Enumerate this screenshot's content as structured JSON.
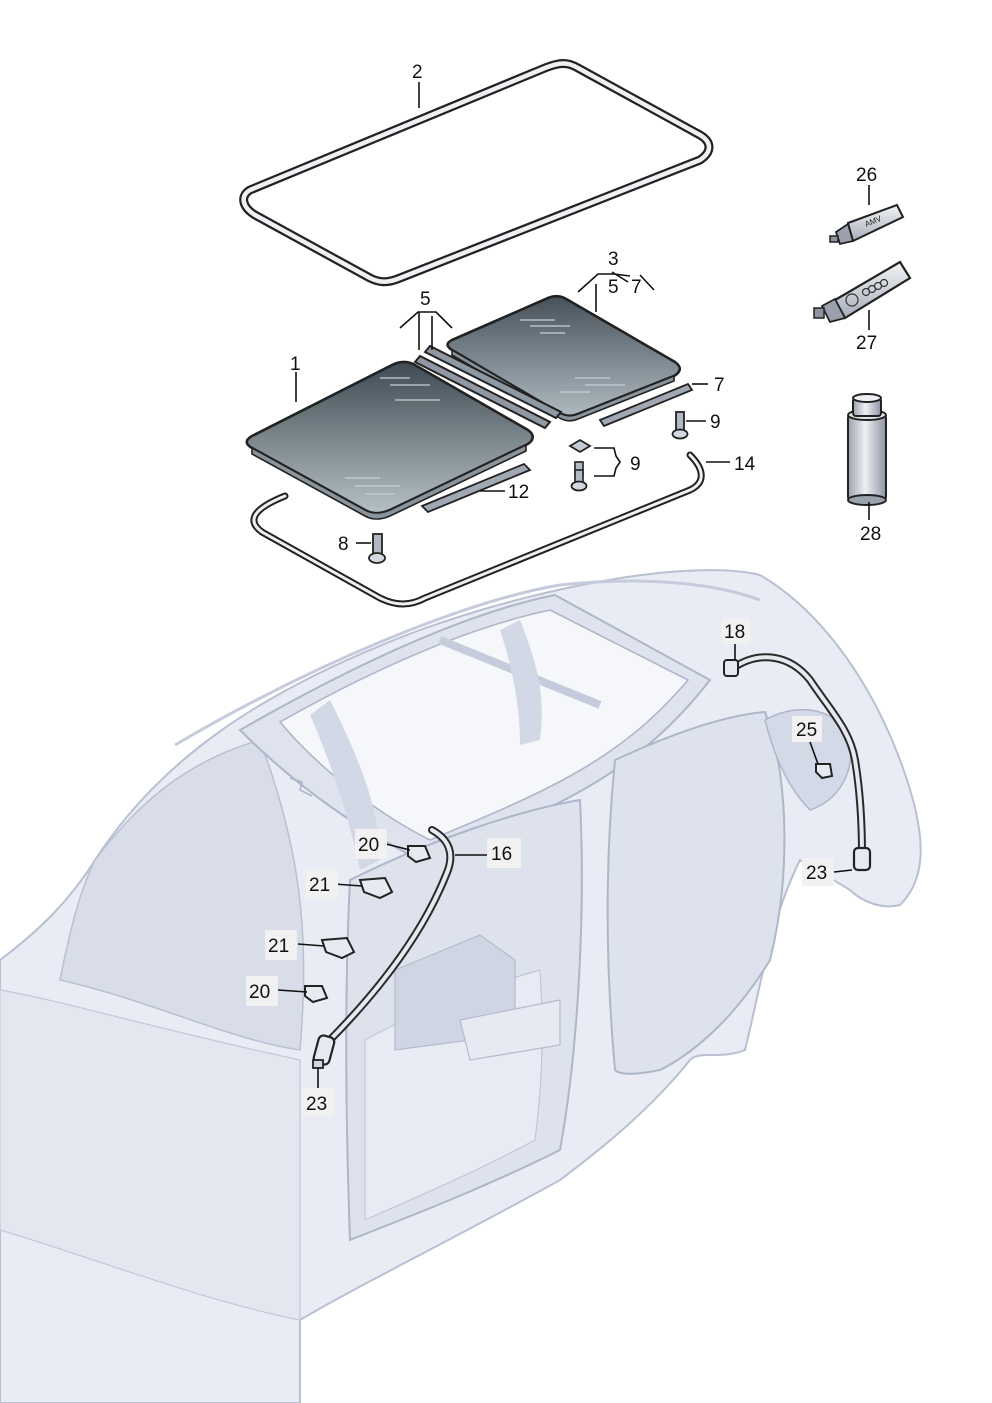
{
  "colors": {
    "car_body": "#e9ecf4",
    "car_shade": "#d6dbe8",
    "car_outline": "#b9c0d2",
    "glass_dark": "#3f4a52",
    "glass_light": "#b5c0c6",
    "part_fill": "#9fa8b6",
    "label_box": "#f1f1f1"
  },
  "callouts": {
    "c1": "1",
    "c2": "2",
    "c3": "3",
    "c3a": "5",
    "c3b": "7",
    "c5": "5",
    "c7": "7",
    "c8": "8",
    "c9a": "9",
    "c9b": "9",
    "c12": "12",
    "c14": "14",
    "c16": "16",
    "c18": "18",
    "c20a": "20",
    "c20b": "20",
    "c21a": "21",
    "c21b": "21",
    "c23a": "23",
    "c23b": "23",
    "c25": "25",
    "c26": "26",
    "c27": "27",
    "c28": "28"
  },
  "product_marks": {
    "tube26_text": "AMV"
  }
}
